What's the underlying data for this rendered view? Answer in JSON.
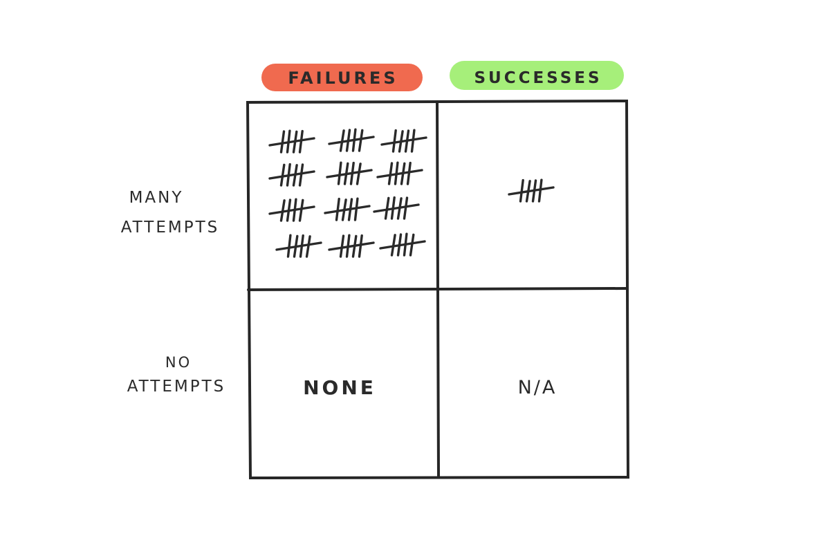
{
  "columns": {
    "failures": {
      "label": "FAILURES",
      "color": "#f06a4f"
    },
    "successes": {
      "label": "SUCCESSES",
      "color": "#a6ef7a"
    }
  },
  "rows": {
    "many_attempts": {
      "line1": "MANY",
      "line2": "ATTEMPTS"
    },
    "no_attempts": {
      "line1": "NO",
      "line2": "ATTEMPTS"
    }
  },
  "cells": {
    "many_failures": {
      "tally_groups": 12,
      "tally_per_group": 5
    },
    "many_successes": {
      "tally_groups": 1,
      "tally_per_group": 5
    },
    "none_failures": {
      "text": "NONE"
    },
    "none_successes": {
      "text": "N/A"
    }
  },
  "colors": {
    "ink": "#262626",
    "background": "#ffffff"
  }
}
